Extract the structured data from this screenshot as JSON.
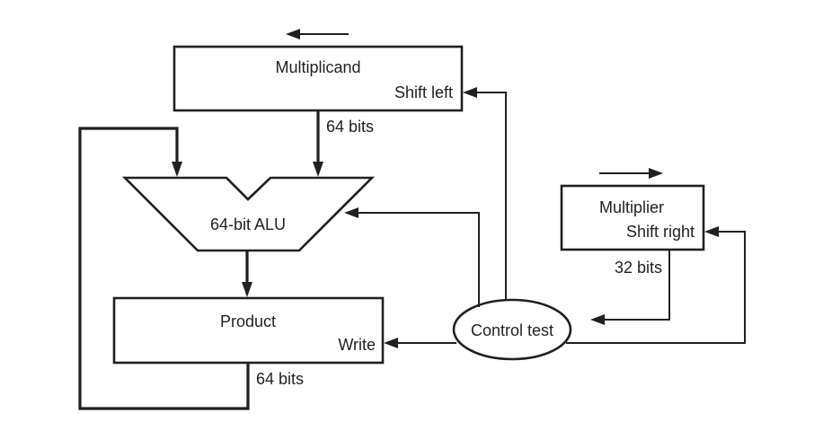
{
  "diagram": {
    "title": "Multiplication hardware",
    "multiplicand": {
      "label": "Multiplicand",
      "control": "Shift left",
      "shift_direction": "left"
    },
    "alu": {
      "label": "64-bit ALU"
    },
    "product": {
      "label": "Product",
      "control": "Write"
    },
    "multiplier": {
      "label": "Multiplier",
      "control": "Shift right",
      "shift_direction": "right"
    },
    "control": {
      "label": "Control test"
    },
    "buses": {
      "multiplicand_to_alu": "64 bits",
      "product_feedback": "64 bits",
      "multiplier_to_control": "32 bits"
    },
    "colors": {
      "stroke": "#231f20",
      "background": "#ffffff"
    }
  }
}
